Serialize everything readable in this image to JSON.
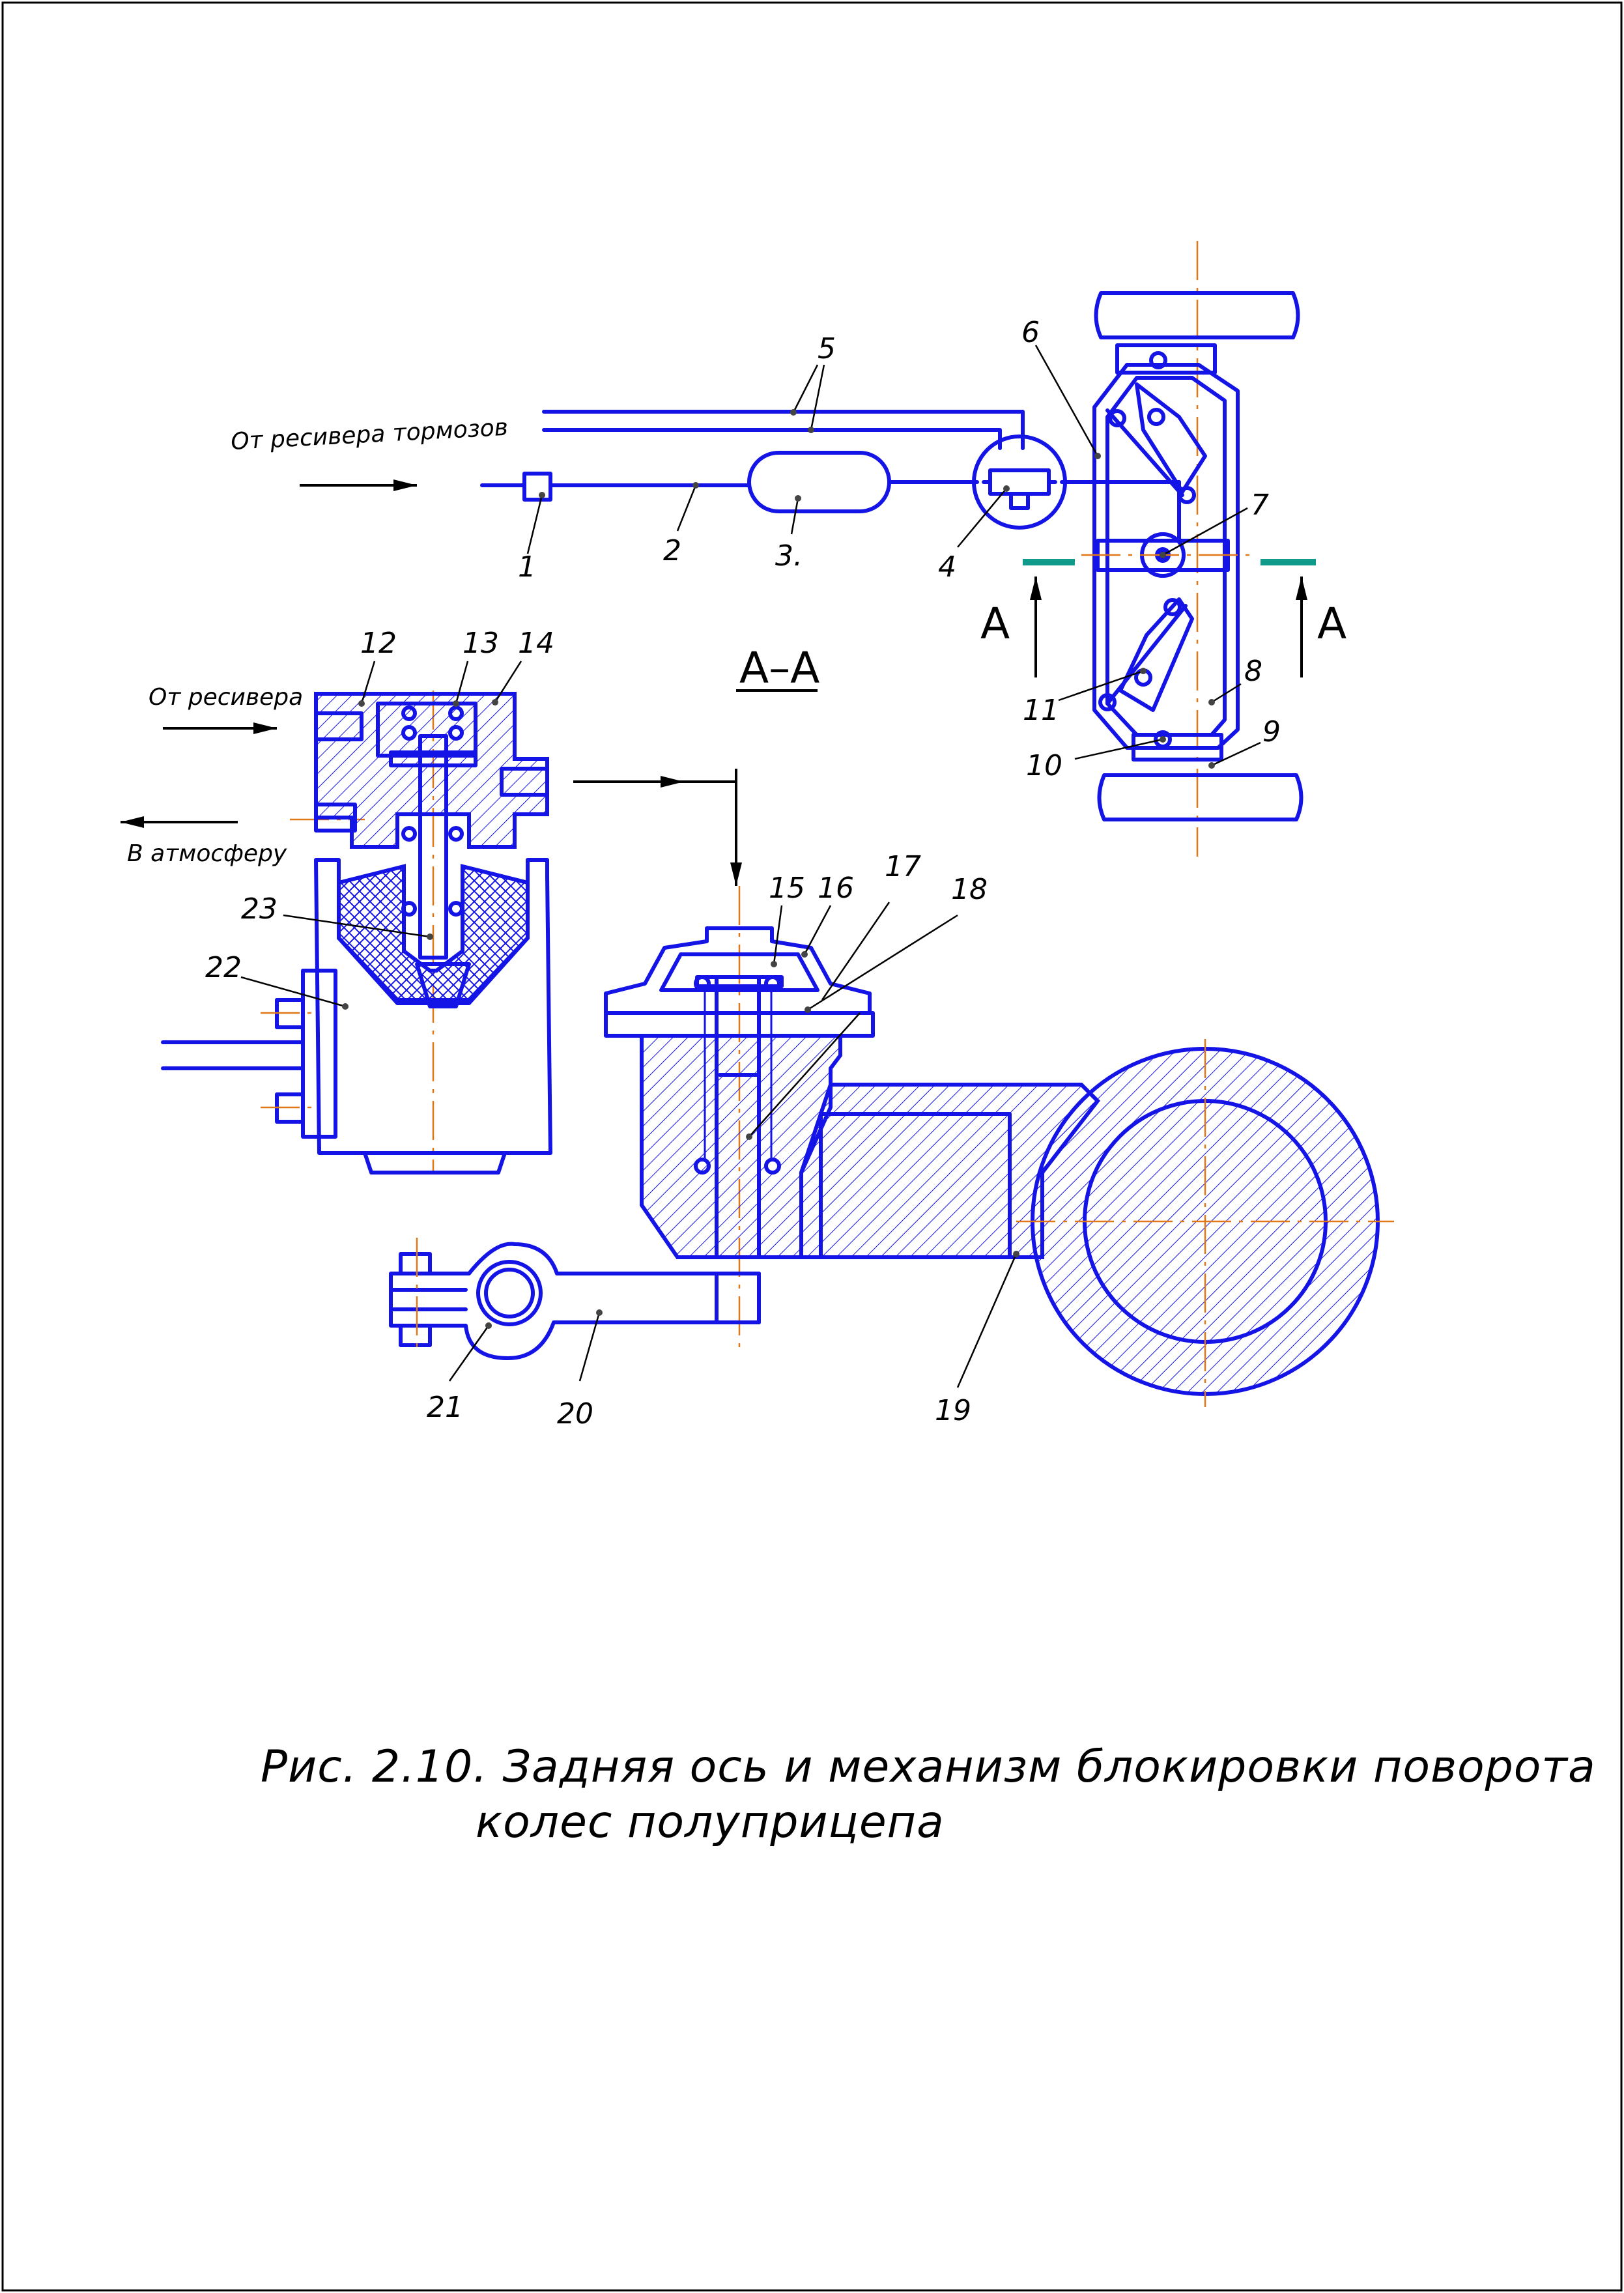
{
  "labels": {
    "from_brake_receiver": "От ресивера тормозов",
    "from_receiver": "От ресивера",
    "to_atmosphere": "В атмосферу",
    "section_name": "А–А",
    "section_mark_left": "А",
    "section_mark_right": "А"
  },
  "callouts": [
    "1",
    "2",
    "3.",
    "4",
    "5",
    "6",
    "7",
    "8",
    "9",
    "10",
    "11",
    "12",
    "13",
    "14",
    "15",
    "16",
    "17",
    "18",
    "19",
    "20",
    "21",
    "22",
    "23"
  ],
  "caption": {
    "line1": "Рис. 2.10. Задняя ось и механизм блокировки поворота",
    "line2": "колес полуприцепа"
  },
  "colors": {
    "line": "#1414e6",
    "axis": "#e07818",
    "section_marker": "#0f9a8a",
    "leader": "#000000"
  }
}
